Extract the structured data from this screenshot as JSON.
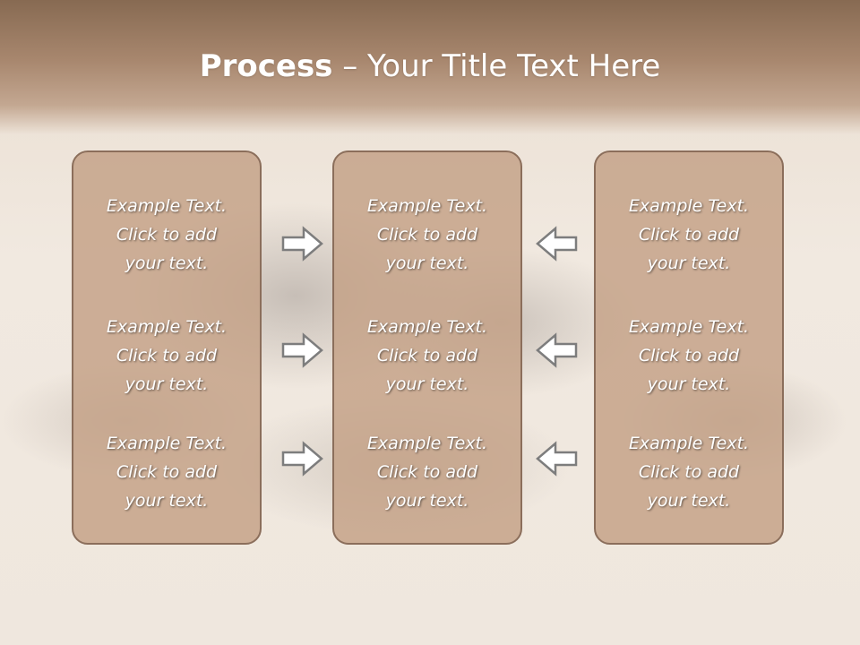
{
  "title": {
    "bold": "Process",
    "rest": " – Your Title Text Here"
  },
  "columns": [
    {
      "items": [
        {
          "line1": "Example Text.",
          "line2": "Click  to add",
          "line3": "your text."
        },
        {
          "line1": "Example Text.",
          "line2": "Click  to add",
          "line3": "your text."
        },
        {
          "line1": "Example Text.",
          "line2": "Click  to add",
          "line3": "your text."
        }
      ]
    },
    {
      "items": [
        {
          "line1": "Example Text.",
          "line2": "Click  to add",
          "line3": "your text."
        },
        {
          "line1": "Example Text.",
          "line2": "Click  to add",
          "line3": "your text."
        },
        {
          "line1": "Example Text.",
          "line2": "Click  to add",
          "line3": "your text."
        }
      ]
    },
    {
      "items": [
        {
          "line1": "Example Text.",
          "line2": "Click  to add",
          "line3": "your text."
        },
        {
          "line1": "Example Text.",
          "line2": "Click  to add",
          "line3": "your text."
        },
        {
          "line1": "Example Text.",
          "line2": "Click  to add",
          "line3": "your text."
        }
      ]
    }
  ],
  "arrows": {
    "left_group": "arrow-right-icon",
    "right_group": "arrow-left-icon"
  },
  "colors": {
    "header": "#a8876e",
    "box_fill": "#c3a085",
    "box_border": "#8b6e5b",
    "arrow_fill": "#ffffff",
    "arrow_stroke": "#7d7d7d"
  }
}
